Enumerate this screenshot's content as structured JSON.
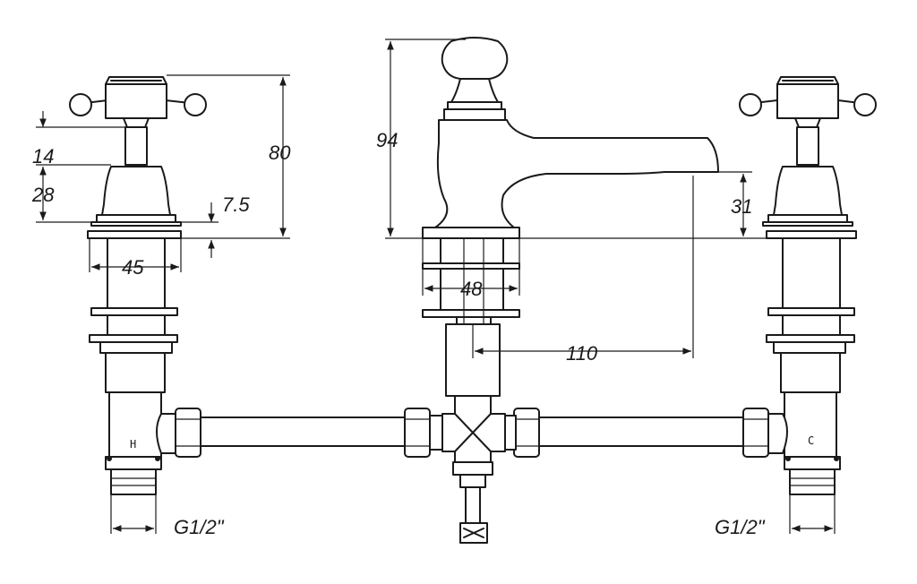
{
  "drawing": {
    "colors": {
      "line": "#1a1a1a",
      "background": "#ffffff"
    },
    "dimensions": {
      "handle_height": "14",
      "body_height": "28",
      "flange_thickness": "7.5",
      "total_valve_height": "80",
      "valve_width": "45",
      "spout_height": "94",
      "spout_base_width": "48",
      "outlet_height": "31",
      "spout_reach": "110",
      "thread_left": "G1/2\"",
      "thread_right": "G1/2\""
    },
    "marks": {
      "hot": "H",
      "cold": "C"
    }
  }
}
